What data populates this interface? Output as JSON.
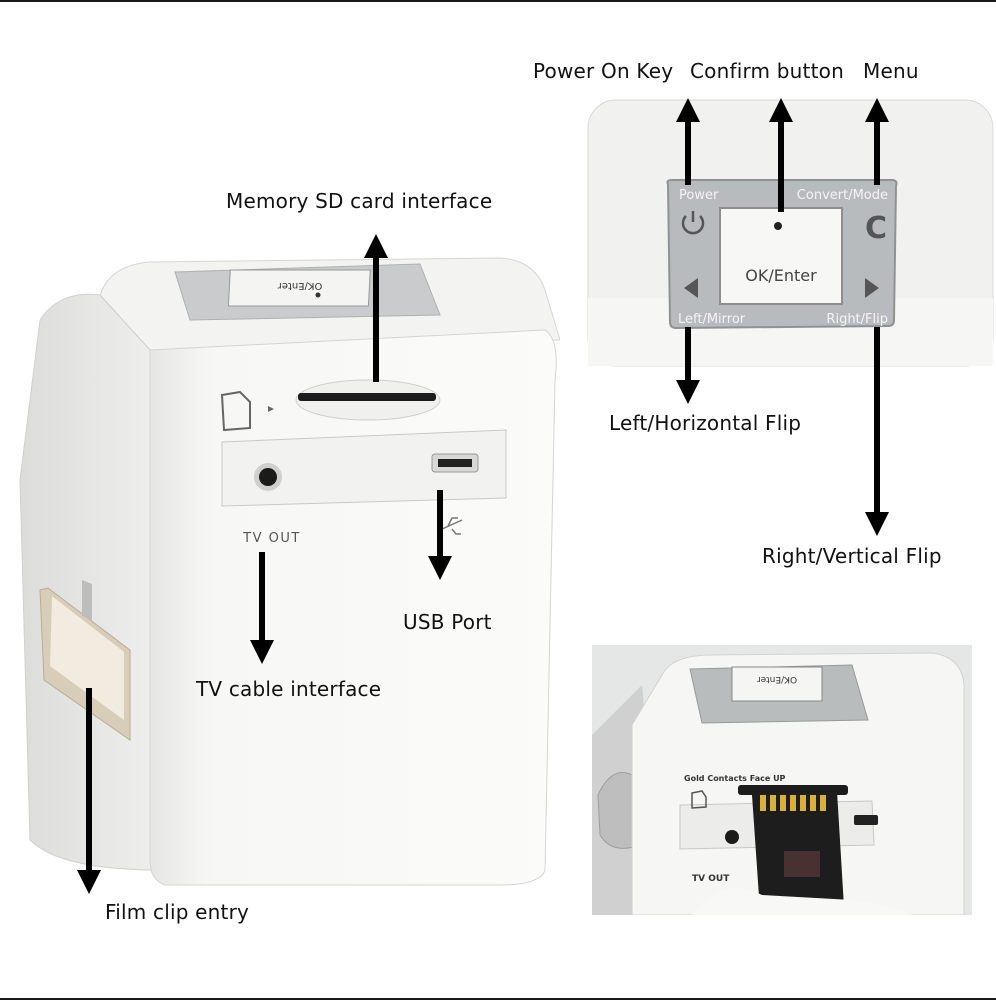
{
  "labels": {
    "power_on_key": "Power On Key",
    "confirm_button": "Confirm button",
    "menu": "Menu",
    "memory_sd": "Memory SD card interface",
    "left_flip": "Left/Horizontal Flip",
    "right_flip": "Right/Vertical Flip",
    "usb_port": "USB Port",
    "tv_cable": "TV cable interface",
    "film_clip": "Film clip entry"
  },
  "device": {
    "tv_out": "TV OUT",
    "top_ok": "OK/Enter"
  },
  "keypad": {
    "power": "Power",
    "convert_mode": "Convert/Mode",
    "ok_enter": "OK/Enter",
    "left_mirror": "Left/Mirror",
    "right_flip": "Right/Flip"
  },
  "photo": {
    "gold_contacts": "Gold Contacts Face UP",
    "tv_out": "TV OUT",
    "ok_enter": "OK/Enter"
  }
}
